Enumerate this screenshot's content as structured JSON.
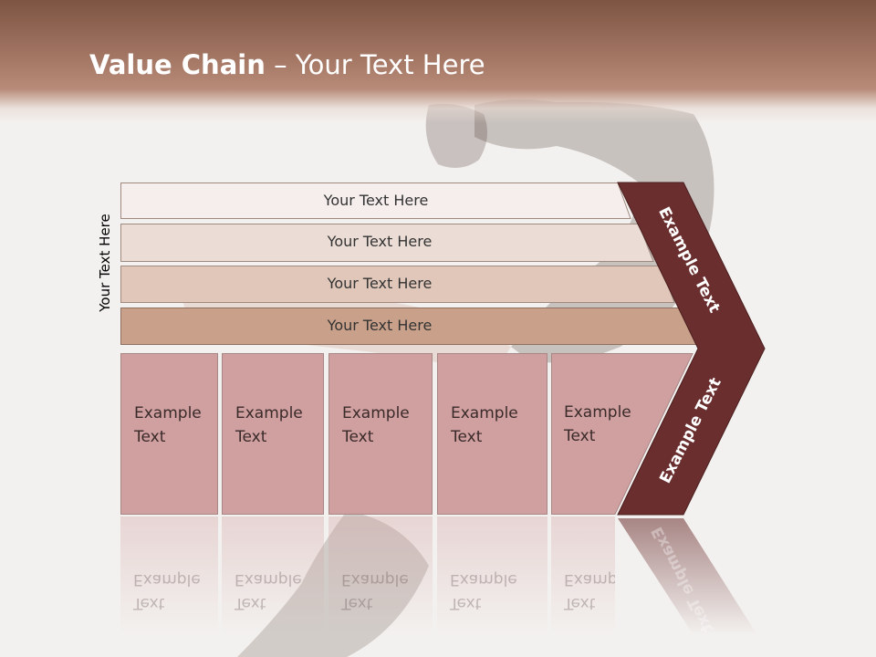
{
  "title": {
    "bold": "Value Chain",
    "rest": " – Your Text Here"
  },
  "side_label": "Your Text Here",
  "bars": [
    {
      "label": "Your Text Here",
      "color": "#f5eeec"
    },
    {
      "label": "Your Text Here",
      "color": "#ebddd6"
    },
    {
      "label": "Your Text Here",
      "color": "#e0c7ba"
    },
    {
      "label": "Your Text Here",
      "color": "#c9a08a"
    }
  ],
  "boxes": [
    {
      "line1": "Example",
      "line2": "Text"
    },
    {
      "line1": "Example",
      "line2": "Text"
    },
    {
      "line1": "Example",
      "line2": "Text"
    },
    {
      "line1": "Example",
      "line2": "Text"
    },
    {
      "line1": "Example",
      "line2": "Text"
    }
  ],
  "chevron": {
    "upper_label": "Example Text",
    "lower_label": "Example Text",
    "color": "#6a2e2e"
  }
}
